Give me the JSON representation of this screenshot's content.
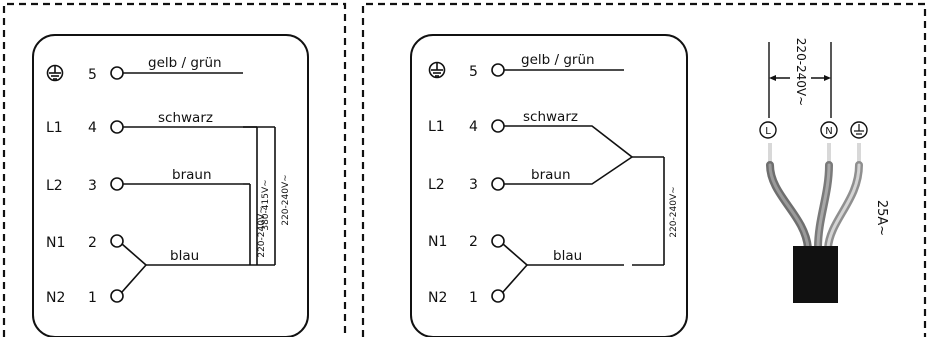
{
  "left_panel": {
    "ground_symbol": "earth-ground-icon",
    "terminals": [
      {
        "code": "",
        "num": "5",
        "wire": "gelb / grün"
      },
      {
        "code": "L1",
        "num": "4",
        "wire": "schwarz"
      },
      {
        "code": "L2",
        "num": "3",
        "wire": "braun"
      },
      {
        "code": "N1",
        "num": "2",
        "wire": "blau"
      },
      {
        "code": "N2",
        "num": "1",
        "wire": ""
      }
    ],
    "voltage_labels": [
      "380-415V~",
      "220-240V~",
      "220-240V~"
    ]
  },
  "middle_panel": {
    "ground_symbol": "earth-ground-icon",
    "terminals": [
      {
        "code": "",
        "num": "5",
        "wire": "gelb / grün"
      },
      {
        "code": "L1",
        "num": "4",
        "wire": "schwarz"
      },
      {
        "code": "L2",
        "num": "3",
        "wire": "braun"
      },
      {
        "code": "N1",
        "num": "2",
        "wire": "blau"
      },
      {
        "code": "N2",
        "num": "1",
        "wire": ""
      }
    ],
    "voltage_label": "220-240V~"
  },
  "cable": {
    "voltage_label": "220-240V~",
    "current_label": "25A~",
    "conductor_symbols": [
      "L",
      "N",
      "earth"
    ]
  },
  "colors": {
    "line": "#111111",
    "wire_grey": "#8a8a8a",
    "wire_dark_grey": "#6e6e6e",
    "wire_light": "#c8c8c8",
    "cable_jacket": "#111111"
  }
}
